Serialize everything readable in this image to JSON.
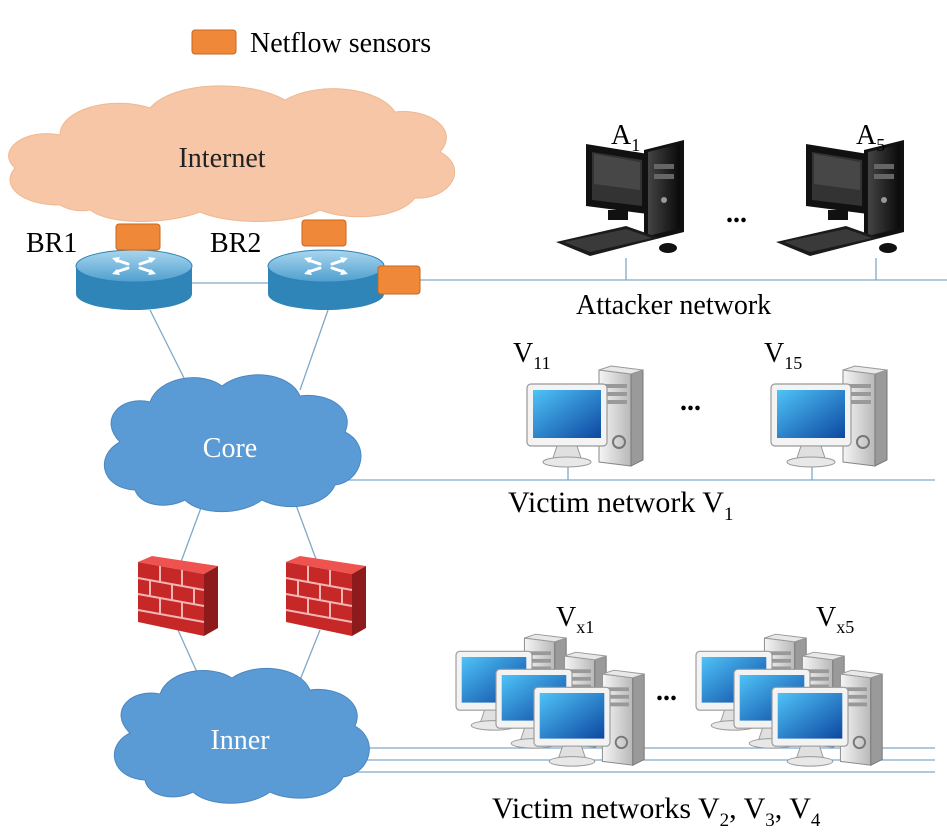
{
  "legend": {
    "label": "Netflow sensors",
    "color": "#f0883a"
  },
  "clouds": {
    "internet": {
      "label": "Internet",
      "color": "#f6c6a6",
      "text_color": "#222222"
    },
    "core": {
      "label": "Core",
      "color": "#5b9bd5",
      "text_color": "#ffffff"
    },
    "inner": {
      "label": "Inner",
      "color": "#5b9bd5",
      "text_color": "#ffffff"
    }
  },
  "routers": {
    "br1": {
      "label": "BR1"
    },
    "br2": {
      "label": "BR2"
    }
  },
  "attacker_hosts": {
    "first": {
      "base": "A",
      "sub": "1"
    },
    "last": {
      "base": "A",
      "sub": "5"
    },
    "ellipsis": "..."
  },
  "attacker_network": {
    "label": "Attacker network"
  },
  "victim_hosts_v1": {
    "first": {
      "base": "V",
      "sub": "11"
    },
    "last": {
      "base": "V",
      "sub": "15"
    },
    "ellipsis": "..."
  },
  "victim_network_v1": {
    "label": "Victim network V",
    "sub": "1"
  },
  "victim_hosts_vx": {
    "first": {
      "base": "V",
      "sub": "x1"
    },
    "last": {
      "base": "V",
      "sub": "x5"
    },
    "ellipsis": "..."
  },
  "victim_networks_other": {
    "label": "Victim networks V",
    "parts": [
      {
        "sub": "2",
        "sep": ", V"
      },
      {
        "sub": "3",
        "sep": ", V"
      },
      {
        "sub": "4",
        "sep": ""
      }
    ]
  },
  "colors": {
    "link": "#7fa9c9",
    "router_top": "#7ab8d9",
    "router_side": "#2e7fb0",
    "firewall": "#c62828",
    "monitor_screen": "#1e88e5",
    "pc_body": "#1a1a1a"
  }
}
